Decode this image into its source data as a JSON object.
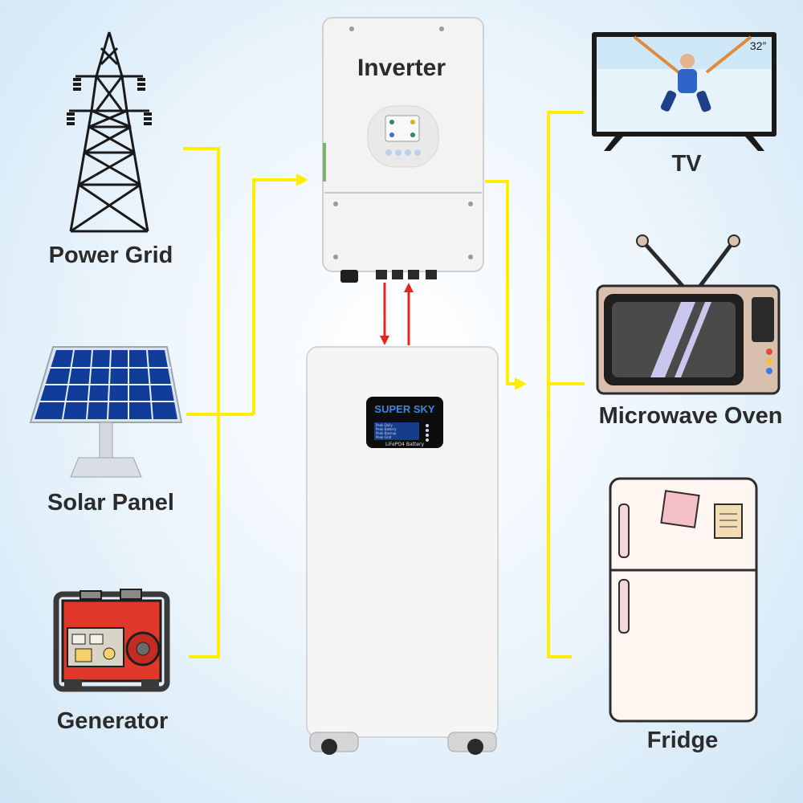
{
  "labels": {
    "inverter": "Inverter",
    "power_grid": "Power Grid",
    "solar_panel": "Solar Panel",
    "generator": "Generator",
    "tv": "TV",
    "microwave_oven": "Microwave Oven",
    "fridge": "Fridge"
  },
  "tv_size": "32”",
  "battery": {
    "brand": "SUPER SKY",
    "model": "LiFePO4 Battery",
    "buttons": [
      "Peak Daily",
      "Peak Battery",
      "Peak Backup",
      "Peak Grid"
    ]
  },
  "colors": {
    "flow_line": "#ffee00",
    "battery_arrow": "#e8241f",
    "label_text": "#2b2b2b"
  }
}
